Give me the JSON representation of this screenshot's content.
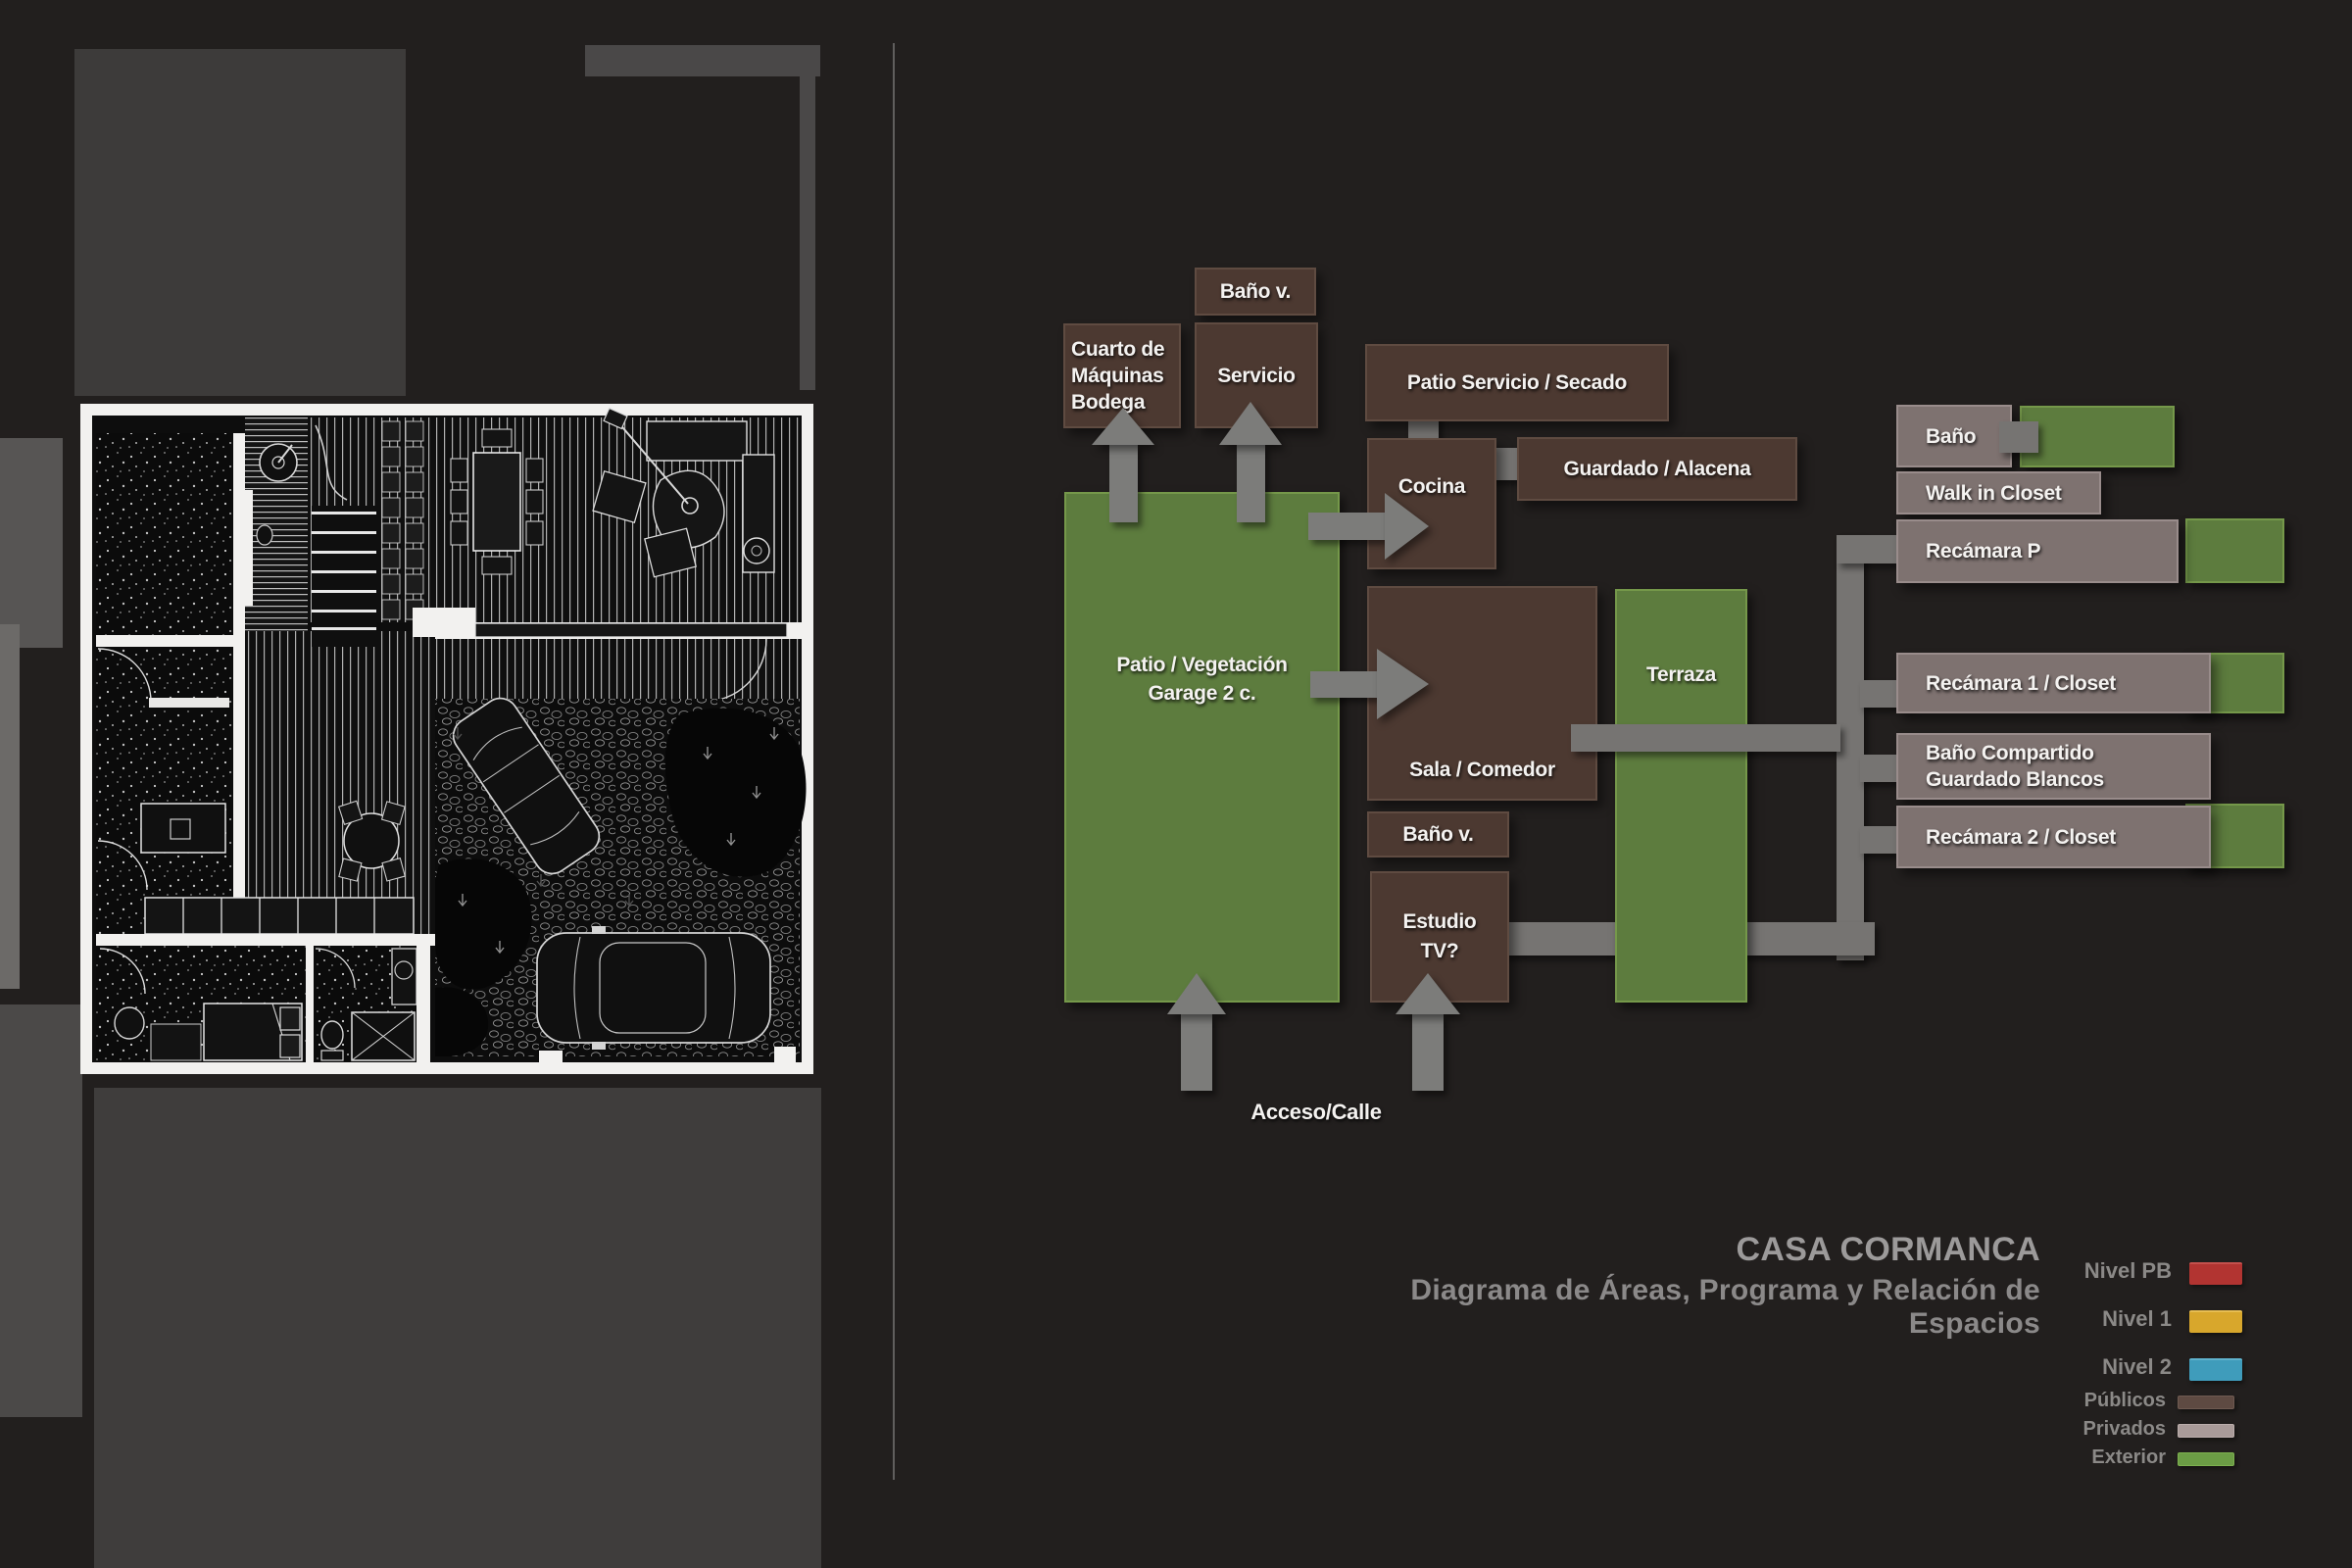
{
  "project": {
    "title": "CASA CORMANCA",
    "subtitle": "Diagrama de Áreas, Programa y Relación de Espacios"
  },
  "level_legend": {
    "items": [
      {
        "label": "Nivel PB",
        "color": "#b23431"
      },
      {
        "label": "Nivel 1",
        "color": "#d8a72c"
      },
      {
        "label": "Nivel 2",
        "color": "#3f9cbb"
      }
    ]
  },
  "category_legend": {
    "items": [
      {
        "label": "Públicos",
        "color": "#5e4a42"
      },
      {
        "label": "Privados",
        "color": "#a99b99"
      },
      {
        "label": "Exterior",
        "color": "#6b9c45"
      }
    ]
  },
  "diagram": {
    "street_label": "Acceso/Calle",
    "colors": {
      "publicos_block": "#4c3931",
      "privados_block": "#7e7270",
      "exterior_block": "#5d7c3e",
      "connector_gray": "#7c7c7a",
      "label_text": "#f4f2f0"
    },
    "blocks": {
      "cuarto_maquinas": {
        "label": "Cuarto de\nMáquinas\nBodega",
        "category": "publicos"
      },
      "bano_v_servicio": {
        "label": "Baño v.",
        "category": "publicos"
      },
      "servicio": {
        "label": "Servicio",
        "category": "publicos"
      },
      "patio_servicio": {
        "label": "Patio Servicio / Secado",
        "category": "publicos"
      },
      "cocina": {
        "label": "Cocina",
        "category": "publicos"
      },
      "guardado_alacena": {
        "label": "Guardado / Alacena",
        "category": "publicos"
      },
      "patio_vegetacion": {
        "label": "Patio / Vegetación\nGarage 2 c.",
        "category": "exterior"
      },
      "sala_comedor": {
        "label": "Sala / Comedor",
        "category": "publicos"
      },
      "terraza": {
        "label": "Terraza",
        "category": "exterior"
      },
      "bano_v_estudio": {
        "label": "Baño v.",
        "category": "publicos"
      },
      "estudio_tv": {
        "label": "Estudio\nTV?",
        "category": "publicos"
      },
      "bano_principal": {
        "label": "Baño",
        "category": "privados"
      },
      "walk_in_closet": {
        "label": "Walk in Closet",
        "category": "privados"
      },
      "recamara_p": {
        "label": "Recámara P",
        "category": "privados"
      },
      "recamara_1": {
        "label": "Recámara 1 / Closet",
        "category": "privados"
      },
      "bano_compartido": {
        "label": "Baño Compartido\nGuardado Blancos",
        "category": "privados"
      },
      "recamara_2": {
        "label": "Recámara 2 / Closet",
        "category": "privados"
      }
    },
    "exterior_patches": [
      "bano-exterior-patch",
      "recamara-p-exterior-patch",
      "recamara-1-exterior-patch",
      "recamara-2-exterior-patch"
    ]
  },
  "floor_plan": {
    "depicts": [
      "speckled-patio-floor",
      "wood-deck-floor",
      "stairs",
      "dining-table",
      "sofa",
      "lounge-chair",
      "floor-lamp",
      "kitchen-island",
      "kitchen-counter",
      "bed",
      "shower",
      "toilet",
      "cobblestone-court",
      "car",
      "car",
      "vegetation-blobs"
    ]
  }
}
